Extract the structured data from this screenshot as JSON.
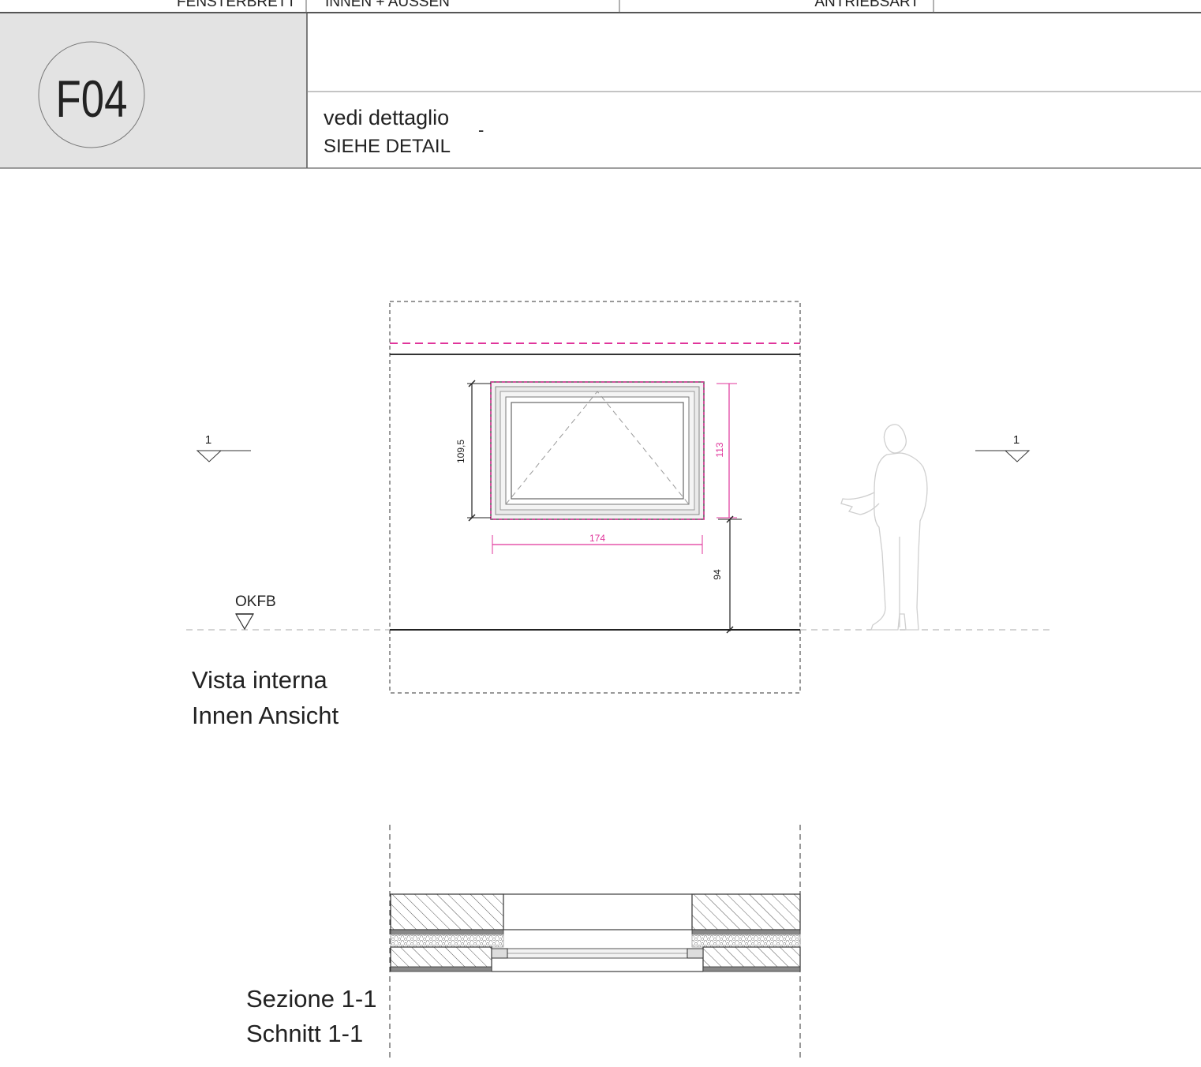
{
  "header": {
    "top_row": [
      "FENSTERBRETT",
      "INNEN + AUSSEN",
      "ANTRIEBSART"
    ],
    "window_code": "F04",
    "detail_it": "vedi dettaglio",
    "detail_de": "SIEHE DETAIL",
    "detail_value": "-"
  },
  "elevation": {
    "section_marker_left": "1",
    "section_marker_right": "1",
    "level_label": "OKFB",
    "dim_height_outer": "109,5",
    "dim_height_inner": "113",
    "dim_width": "174",
    "dim_sill": "94",
    "title_it": "Vista interna",
    "title_de": "Innen Ansicht"
  },
  "section": {
    "title_it": "Sezione 1-1",
    "title_de": "Schnitt 1-1"
  },
  "colors": {
    "line": "#222222",
    "magenta": "#e0359b",
    "header_fill": "#e3e3e3",
    "hatch": "#555555",
    "figure": "#cfcfcf"
  }
}
